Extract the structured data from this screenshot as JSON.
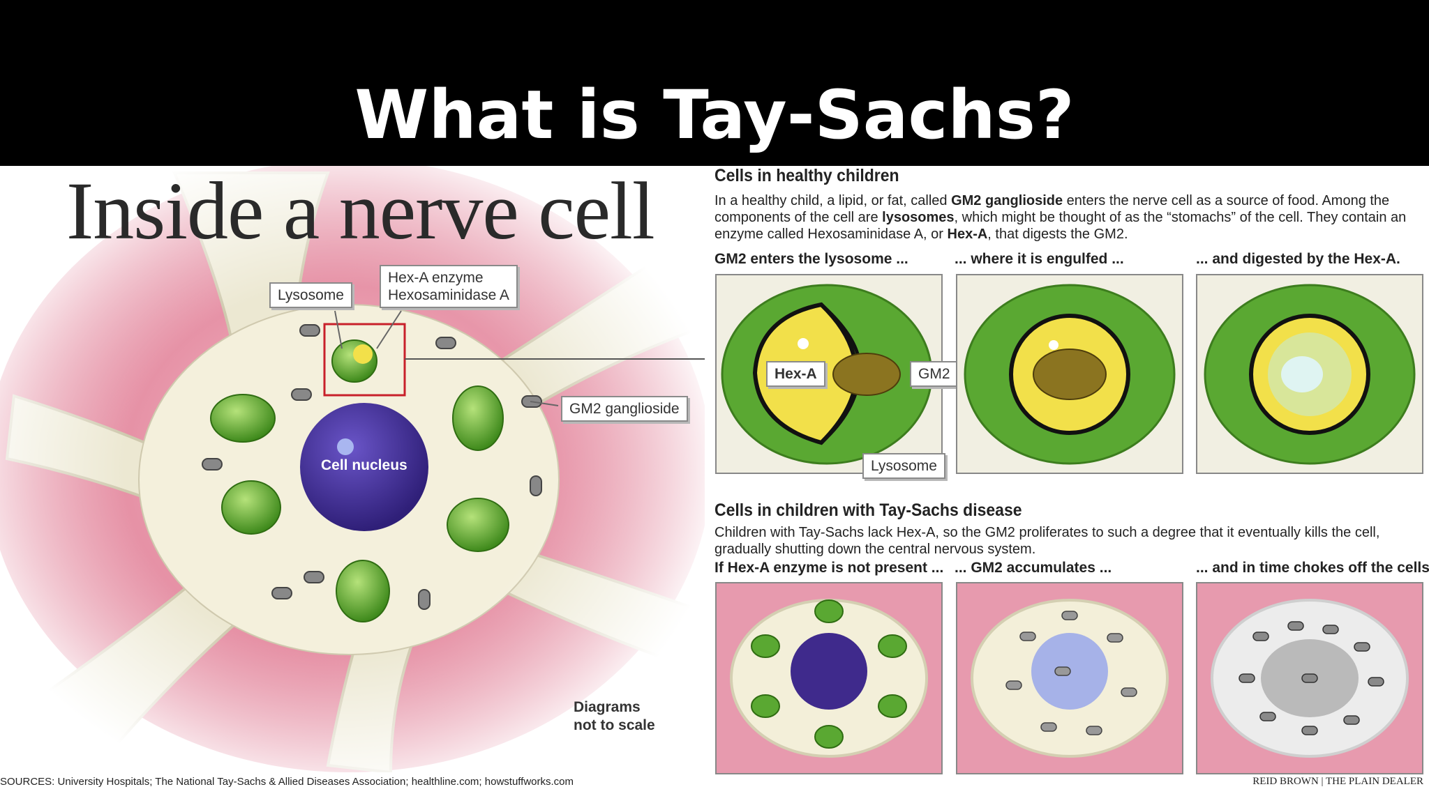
{
  "slide": {
    "title": "What is Tay-Sachs?"
  },
  "left": {
    "title": "Inside a nerve cell",
    "labels": {
      "lysosome": "Lysosome",
      "hexa_line1": "Hex-A enzyme",
      "hexa_line2": "Hexosaminidase A",
      "gm2": "GM2 ganglioside",
      "nucleus": "Cell nucleus"
    },
    "note_line1": "Diagrams",
    "note_line2": "not to scale"
  },
  "healthy": {
    "heading": "Cells in healthy children",
    "para_1": "In a healthy child, a lipid, or fat, called ",
    "para_gm2": "GM2 ganglioside",
    "para_2": " enters the nerve cell as a source of food. Among the components of the cell are ",
    "para_lyso": "lysosomes",
    "para_3": ", which might be thought of as the “stomachs” of the cell. They contain an enzyme called Hexosaminidase A, or ",
    "para_hexa": "Hex-A",
    "para_4": ", that digests the GM2.",
    "captions": [
      "GM2 enters the lysosome ...",
      "... where it is engulfed ...",
      "... and digested by the Hex-A."
    ],
    "panel_labels": {
      "hexa": "Hex-A",
      "gm2": "GM2",
      "lysosome": "Lysosome"
    }
  },
  "taysachs": {
    "heading": "Cells in children with Tay-Sachs disease",
    "paragraph": "Children with Tay-Sachs lack Hex-A, so the GM2 proliferates to such a degree that it eventually kills the cell, gradually shutting down the central nervous system.",
    "captions": [
      "If Hex-A enzyme is not present ...",
      "... GM2 accumulates ...",
      "... and in time chokes off the cells."
    ]
  },
  "footer": {
    "sources": "SOURCES: University Hospitals; The National Tay-Sachs & Allied Diseases Association; healthline.com; howstuffworks.com",
    "credit": "REID BROWN | THE PLAIN DEALER"
  },
  "colors": {
    "header_bg": "#000000",
    "nucleus": "#3f2a8c",
    "lysosome_green": "#5aa832",
    "hexa_yellow": "#f2e04a",
    "tissue_pink": "#e79aae",
    "cytoplasm": "#f3efd9"
  }
}
